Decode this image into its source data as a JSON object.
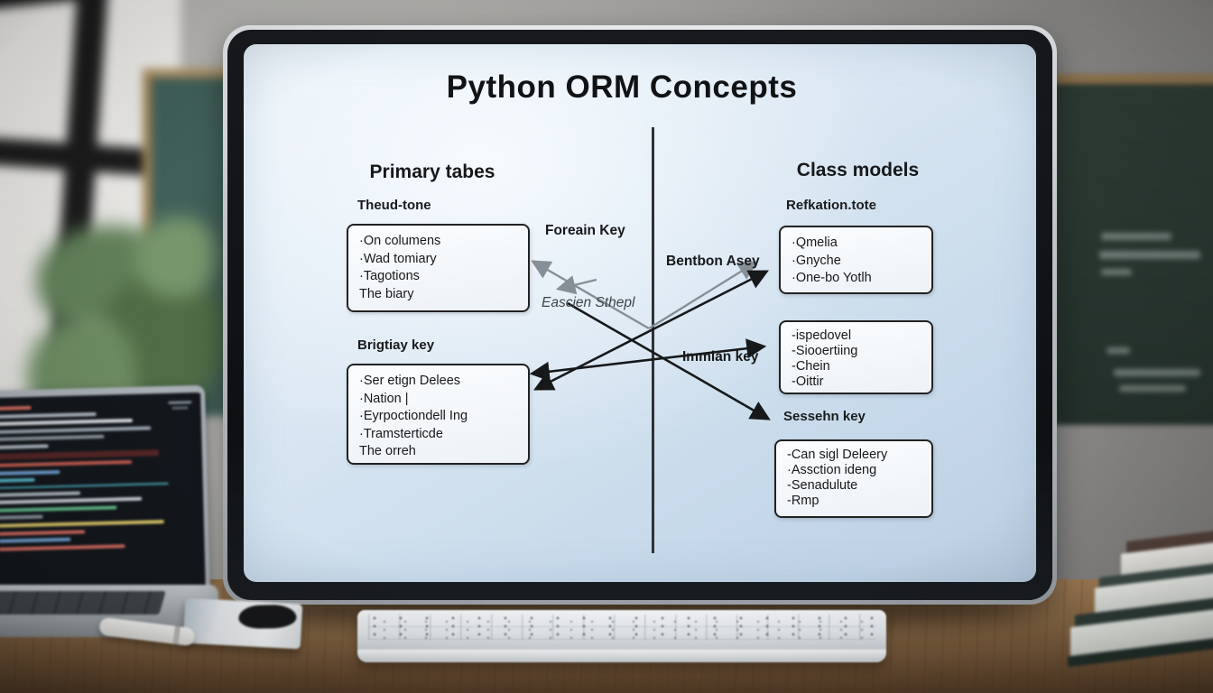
{
  "diagram": {
    "title": "Python ORM Concepts",
    "left": {
      "header": "Primary tabes",
      "table_label": "Theud-tone",
      "table_items": [
        "·On columens",
        "·Wad tomiary",
        "·Tagotions",
        "The biary"
      ],
      "key_label": "Brigtiay key",
      "key_items": [
        "·Ser etign Delees",
        "·Nation |",
        "·Eyrpoctiondell Ing",
        "·Tramsterticde",
        "The orreh"
      ]
    },
    "right": {
      "header": "Class models",
      "relation_label": "Refkation.tote",
      "relation_items": [
        "·Qmelia",
        "·Gnyche",
        "·One-bo Yotlh"
      ],
      "middle_items": [
        "-ispedovel",
        "-Siooertiing",
        "-Chein",
        "-Oittir"
      ],
      "session_label": "Sessehn key",
      "session_items": [
        "-Can sigl Deleery",
        "·Assction ideng",
        "-Senadulute",
        "-Rmp"
      ]
    },
    "edge_labels": {
      "foreign_key": "Foreain Key",
      "benthon": "Bentbon Asey",
      "eascien": "Eascien Sthepl",
      "immian": "Immian key"
    }
  },
  "colors": {
    "screen_blue_top": "#e9f1f8",
    "screen_blue_bottom": "#bccfe3",
    "arrow_black": "#17181a",
    "arrow_gray": "#878f96",
    "box_border": "#222222",
    "chalkboard_green": "#2d3b34",
    "desk_wood": "#8a6a47"
  }
}
